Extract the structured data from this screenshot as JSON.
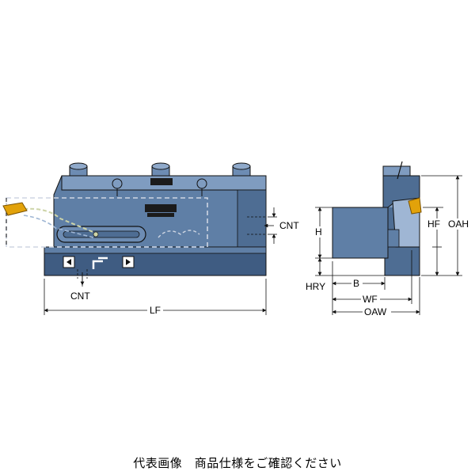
{
  "labels": {
    "cnt_side": "CNT",
    "cnt_bottom": "CNT",
    "lf": "LF",
    "h": "H",
    "hf": "HF",
    "oah": "OAH",
    "hry": "HRY",
    "b": "B",
    "wf": "WF",
    "oaw": "OAW"
  },
  "caption": "代表画像　商品仕様をご確認ください",
  "colors": {
    "body": "#5f7fa6",
    "body_dark": "#3f5c82",
    "body_top": "#7f9cc0",
    "body_light": "#9fb6d4",
    "insert": "#e2a20a",
    "coolant": "#cdd4a8",
    "line": "#111111"
  }
}
